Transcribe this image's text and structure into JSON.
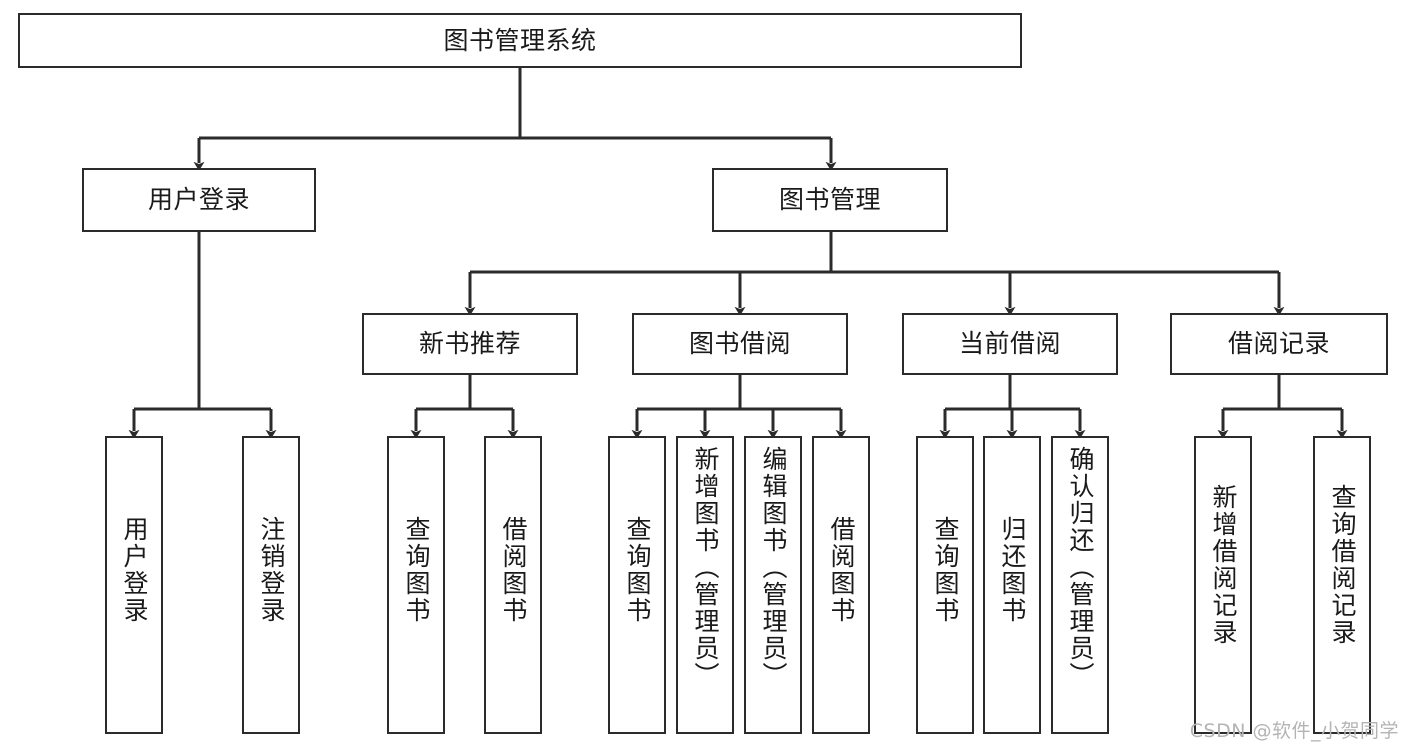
{
  "diagram": {
    "title": "图书管理系统",
    "type": "tree-hierarchy-diagram",
    "colors": {
      "stroke": "#2b2b2b",
      "fill": "#ffffff",
      "text": "#1a1a1a",
      "watermark": "#b4b4b4"
    },
    "root": {
      "label": "图书管理系统"
    },
    "level2": [
      {
        "label": "用户登录"
      },
      {
        "label": "图书管理"
      }
    ],
    "level3": [
      {
        "label": "新书推荐"
      },
      {
        "label": "图书借阅"
      },
      {
        "label": "当前借阅"
      },
      {
        "label": "借阅记录"
      }
    ],
    "leaves": {
      "user_login": [
        {
          "label": "用户登录"
        },
        {
          "label": "注销登录"
        }
      ],
      "new_book_recommend": [
        {
          "label": "查询图书"
        },
        {
          "label": "借阅图书"
        }
      ],
      "book_borrow": [
        {
          "label": "查询图书"
        },
        {
          "label": "新增图书（管理员）"
        },
        {
          "label": "编辑图书（管理员）"
        },
        {
          "label": "借阅图书"
        }
      ],
      "current_borrow": [
        {
          "label": "查询图书"
        },
        {
          "label": "归还图书"
        },
        {
          "label": "确认归还（管理员）"
        }
      ],
      "borrow_record": [
        {
          "label": "新增借阅记录"
        },
        {
          "label": "查询借阅记录"
        }
      ]
    }
  },
  "watermark": {
    "text": "CSDN @软件_小贺同学"
  }
}
